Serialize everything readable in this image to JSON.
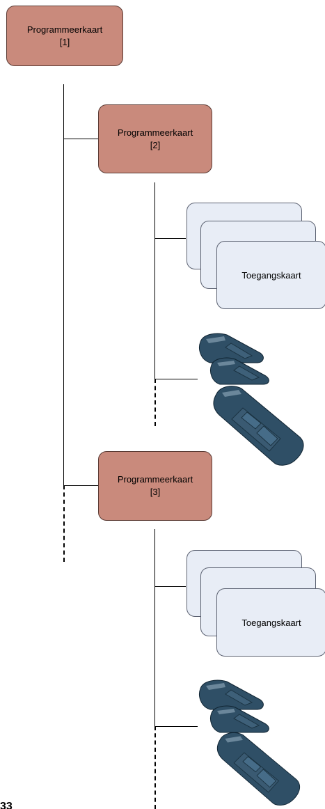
{
  "diagram": {
    "root": {
      "title": "Programmeerkaart",
      "index": "[1]"
    },
    "branch_a": {
      "title": "Programmeerkaart",
      "index": "[2]",
      "card_label": "Toegangskaart",
      "fob_name": "remote-fob"
    },
    "branch_b": {
      "title": "Programmeerkaart",
      "index": "[3]",
      "card_label": "Toegangskaart",
      "fob_name": "remote-fob"
    },
    "colors": {
      "node_fill": "#c98a7c",
      "node_border": "#5a3a33",
      "card_fill": "#e8edf6",
      "fob_body": "#2f4f66"
    },
    "footer_fragment": "33"
  }
}
